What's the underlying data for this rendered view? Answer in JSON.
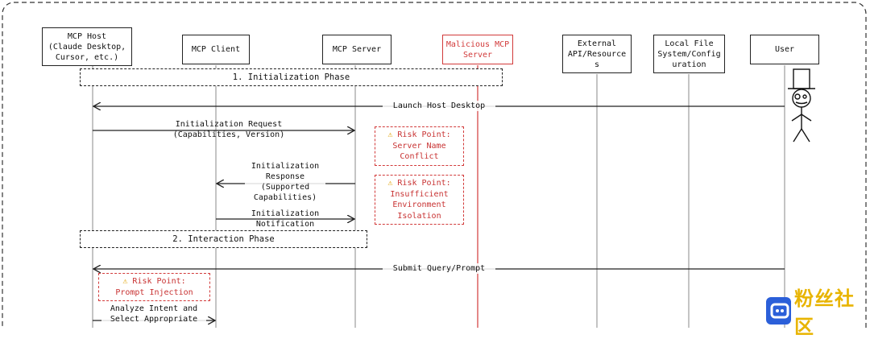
{
  "actors": [
    {
      "id": "host",
      "label": "MCP Host\n(Claude Desktop,\nCursor, etc.)",
      "malicious": false
    },
    {
      "id": "client",
      "label": "MCP Client",
      "malicious": false
    },
    {
      "id": "server",
      "label": "MCP Server",
      "malicious": false
    },
    {
      "id": "malicious",
      "label": "Malicious MCP\nServer",
      "malicious": true
    },
    {
      "id": "external",
      "label": "External\nAPI/Resource\ns",
      "malicious": false
    },
    {
      "id": "localfs",
      "label": "Local File\nSystem/Config\nuration",
      "malicious": false
    },
    {
      "id": "user",
      "label": "User",
      "malicious": false
    }
  ],
  "phases": [
    {
      "label": "1. Initialization Phase"
    },
    {
      "label": "2. Interaction Phase"
    }
  ],
  "messages": [
    {
      "label": "Launch Host Desktop",
      "from": "user",
      "to": "host"
    },
    {
      "label": "Initialization Request\n(Capabilities, Version)",
      "from": "host",
      "to": "server"
    },
    {
      "label": "Initialization\nResponse\n(Supported\nCapabilities)",
      "from": "server",
      "to": "client"
    },
    {
      "label": "Initialization\nNotification",
      "from": "client",
      "to": "server"
    },
    {
      "label": "Submit Query/Prompt",
      "from": "user",
      "to": "host"
    },
    {
      "label": "Analyze Intent and\nSelect Appropriate",
      "from": "host",
      "to": "client"
    }
  ],
  "risks": [
    {
      "title": "Risk Point:",
      "body": "Server Name\nConflict"
    },
    {
      "title": "Risk Point:",
      "body": "Insufficient\nEnvironment\nIsolation"
    },
    {
      "title": "Risk Point:",
      "body": "Prompt Injection"
    }
  ],
  "watermark": {
    "text": "粉丝社区"
  },
  "colors": {
    "risk": "#d23a3a",
    "warning_icon": "#e0a100",
    "watermark_logo": "#2b5fd9",
    "watermark_text": "#e8b400"
  }
}
